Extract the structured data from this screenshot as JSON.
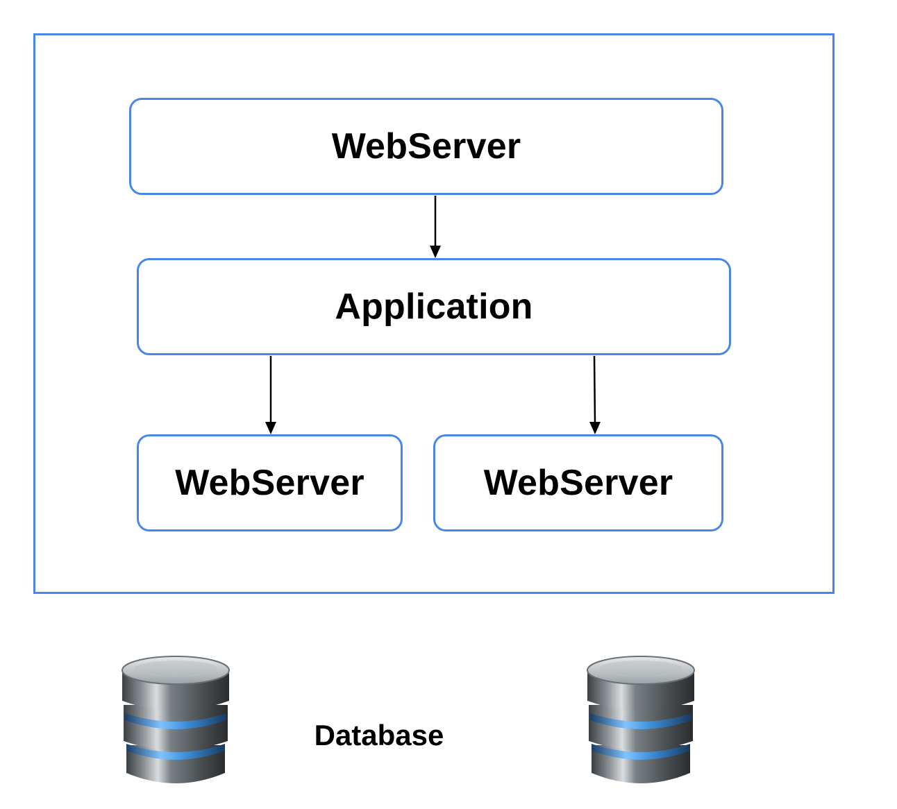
{
  "diagram": {
    "top_node": {
      "label": "WebServer"
    },
    "app_node": {
      "label": "Application"
    },
    "left_node": {
      "label": "WebServer"
    },
    "right_node": {
      "label": "WebServer"
    },
    "database": {
      "caption": "Database"
    },
    "colors": {
      "border": "#4a86e8",
      "arrow": "#000000",
      "db_body": "#6d7377",
      "db_band": "#4a9ee8"
    },
    "icons": [
      "database-icon",
      "database-icon"
    ]
  }
}
